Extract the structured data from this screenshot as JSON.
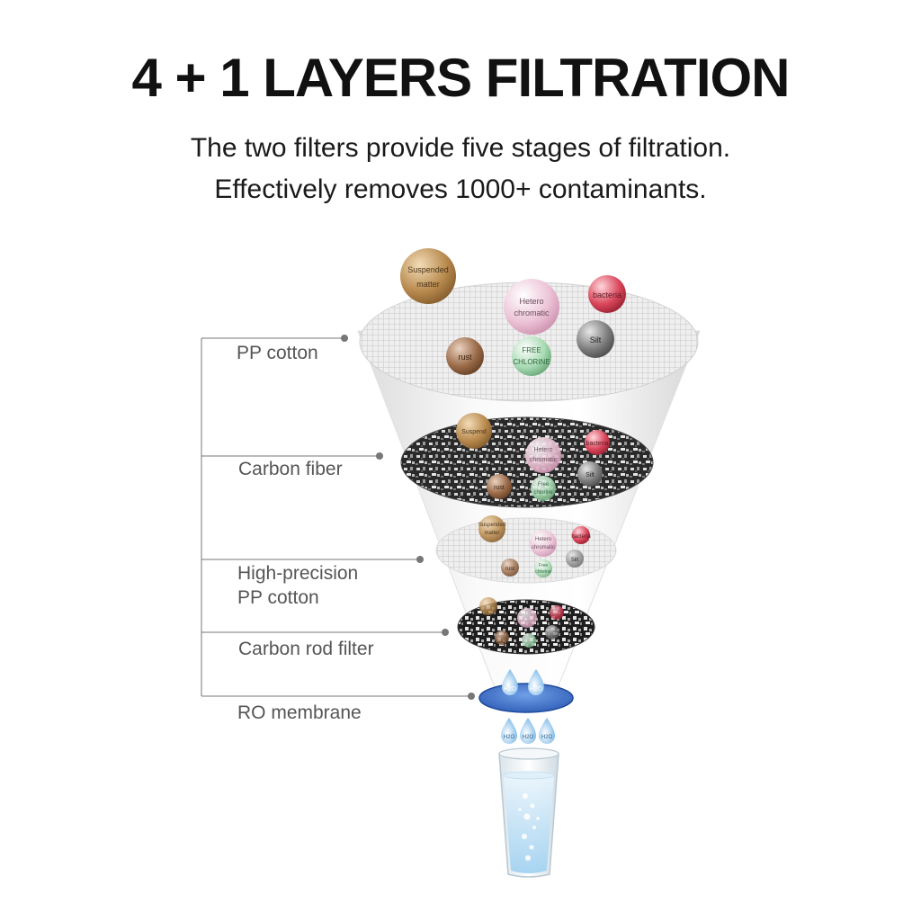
{
  "title": "4 + 1 LAYERS FILTRATION",
  "subtitle_line1": "The two filters provide five stages of filtration.",
  "subtitle_line2": "Effectively removes 1000+ contaminants.",
  "layers": [
    {
      "label_lines": [
        "PP cotton"
      ]
    },
    {
      "label_lines": [
        "Carbon fiber"
      ]
    },
    {
      "label_lines": [
        "High-precision",
        "PP cotton"
      ]
    },
    {
      "label_lines": [
        "Carbon rod filter"
      ]
    },
    {
      "label_lines": [
        "RO membrane"
      ]
    }
  ],
  "contaminants": {
    "suspended_matter": [
      "Suspended",
      "matter"
    ],
    "hetero_chromatic": [
      "Hetero",
      "chromatic"
    ],
    "bacteria": "bacteria",
    "silt": "Silt",
    "rust": "rust",
    "free_chlorine_top": [
      "FREE",
      "CHLORINE"
    ],
    "free_chlorine": [
      "Free",
      "chlorine"
    ],
    "suspended_short": "Suspend"
  },
  "water_label": "H2O",
  "colors": {
    "suspended": "#b88a4e",
    "hetero": "#e8b7cf",
    "bacteria": "#d9455a",
    "silt": "#7d7d7d",
    "rust": "#9a6a48",
    "chlorine": "#8cc79a",
    "membrane": "#3b6fc9",
    "drop": "#8ec5ee",
    "line": "#777777",
    "label": "#555555"
  }
}
